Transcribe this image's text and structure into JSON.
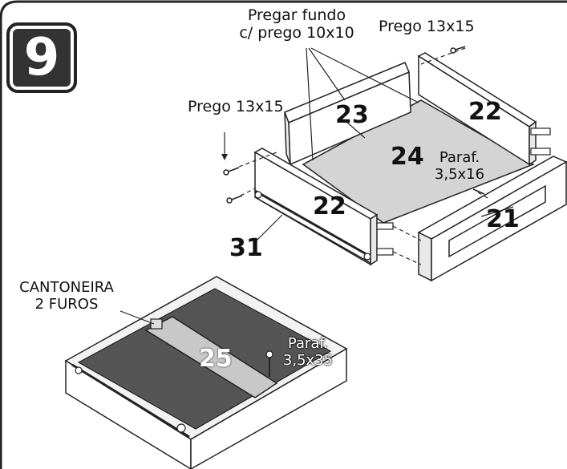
{
  "step": {
    "number": "9"
  },
  "labels": {
    "pregar_fundo_line1": "Pregar fundo",
    "pregar_fundo_line2": "c/ prego 10x10",
    "prego_right": "Prego 13x15",
    "prego_left": "Prego 13x15",
    "paraf_16_line1": "Paraf.",
    "paraf_16_line2": "3,5x16",
    "cantoneira_line1": "CANTONEIRA",
    "cantoneira_line2": "2 FUROS",
    "paraf_35_line1": "Paraf.",
    "paraf_35_line2": "3,5x35"
  },
  "parts": {
    "p23": "23",
    "p22_back": "22",
    "p24": "24",
    "p22_front": "22",
    "p21": "21",
    "p31": "31",
    "p25": "25"
  }
}
